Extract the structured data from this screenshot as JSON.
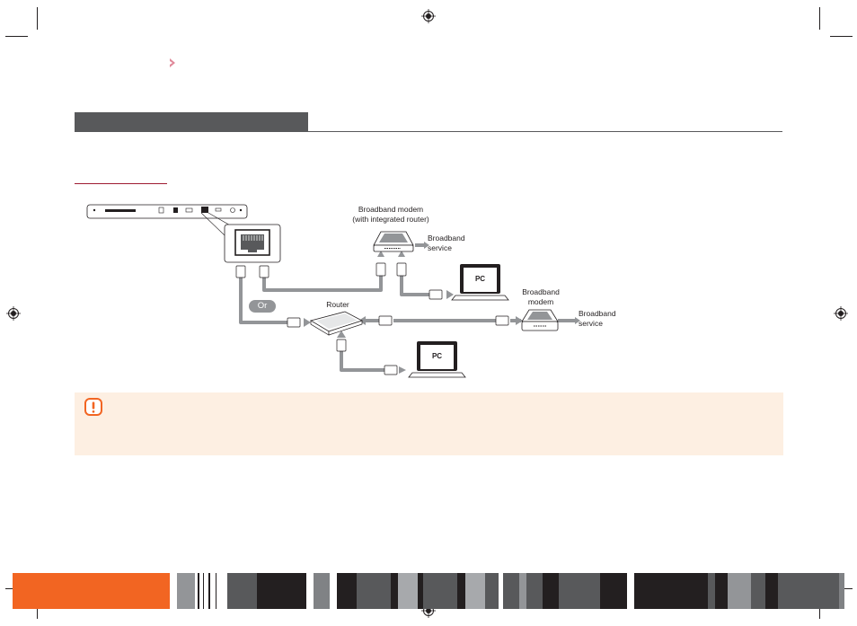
{
  "diagram": {
    "broadband_modem_integrated_label": "Broadband modem",
    "broadband_modem_integrated_sub": "(with integrated router)",
    "broadband_service_1_line1": "Broadband",
    "broadband_service_1_line2": "service",
    "pc_1": "PC",
    "broadband_modem_label_line1": "Broadband",
    "broadband_modem_label_line2": "modem",
    "broadband_service_2_line1": "Broadband",
    "broadband_service_2_line2": "service",
    "router_label": "Router",
    "or_label": "Or",
    "pc_2": "PC"
  },
  "colors": {
    "heading_bar": "#58595b",
    "red_underline": "#9e1b32",
    "note_background": "#fdefe2",
    "note_icon": "#f26522",
    "footer_accent": "#f26522",
    "cable": "#939598"
  },
  "icons": {
    "note": "exclamation-icon",
    "section_marker": "chevron-right-icon",
    "registration": "registration-mark-icon"
  }
}
